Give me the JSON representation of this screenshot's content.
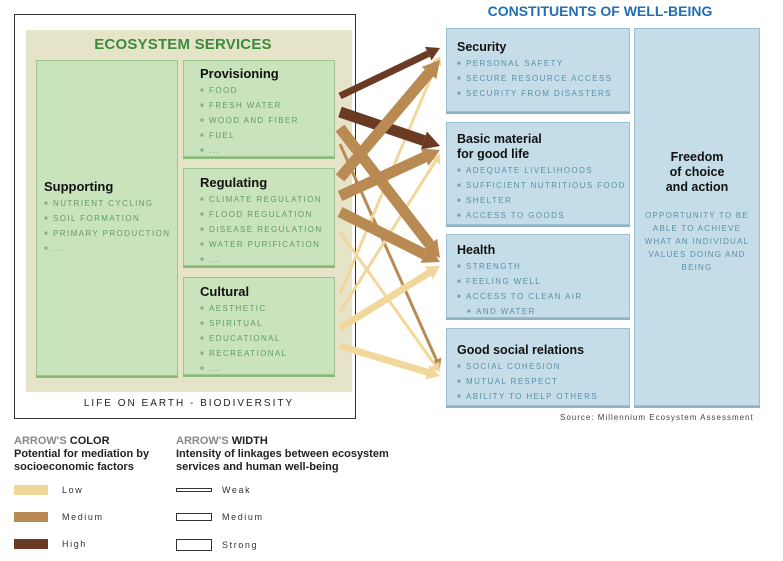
{
  "ecosystem": {
    "title": "ECOSYSTEM SERVICES",
    "supporting": {
      "title": "Supporting",
      "items": [
        "NUTRIENT CYCLING",
        "SOIL FORMATION",
        "PRIMARY PRODUCTION",
        "..."
      ]
    },
    "provisioning": {
      "title": "Provisioning",
      "items": [
        "FOOD",
        "FRESH WATER",
        "WOOD AND FIBER",
        "FUEL",
        "..."
      ]
    },
    "regulating": {
      "title": "Regulating",
      "items": [
        "CLIMATE REGULATION",
        "FLOOD REGULATION",
        "DISEASE REGULATION",
        "WATER PURIFICATION",
        "..."
      ]
    },
    "cultural": {
      "title": "Cultural",
      "items": [
        "AESTHETIC",
        "SPIRITUAL",
        "EDUCATIONAL",
        "RECREATIONAL",
        "..."
      ]
    },
    "footer": "LIFE ON EARTH - BIODIVERSITY"
  },
  "wellbeing": {
    "title": "CONSTITUENTS OF WELL-BEING",
    "security": {
      "title": "Security",
      "items": [
        "PERSONAL SAFETY",
        "SECURE RESOURCE ACCESS",
        "SECURITY FROM DISASTERS"
      ]
    },
    "basic": {
      "title_line1": "Basic material",
      "title_line2": "for good life",
      "items": [
        "ADEQUATE LIVELIHOODS",
        "SUFFICIENT NUTRITIOUS FOOD",
        "SHELTER",
        "ACCESS TO GOODS"
      ]
    },
    "health": {
      "title": "Health",
      "items": [
        "STRENGTH",
        "FEELING WELL",
        "ACCESS TO CLEAN AIR",
        "AND WATER"
      ]
    },
    "social": {
      "title": "Good social relations",
      "items": [
        "SOCIAL COHESION",
        "MUTUAL RESPECT",
        "ABILITY TO HELP OTHERS"
      ]
    },
    "freedom": {
      "title_line1": "Freedom",
      "title_line2": "of choice",
      "title_line3": "and action",
      "text": "OPPORTUNITY TO BE ABLE TO ACHIEVE WHAT AN INDIVIDUAL VALUES DOING AND BEING"
    }
  },
  "source": "Source: Millennium Ecosystem Assessment",
  "legend": {
    "color": {
      "heading_a": "ARROW'S",
      "heading_b": "COLOR",
      "desc_line1": "Potential for mediation by",
      "desc_line2": "socioeconomic factors",
      "items": [
        {
          "label": "Low",
          "color": "#f2d79a"
        },
        {
          "label": "Medium",
          "color": "#b98a52"
        },
        {
          "label": "High",
          "color": "#6b3a22"
        }
      ]
    },
    "width": {
      "heading_a": "ARROW'S",
      "heading_b": "WIDTH",
      "desc_line1": "Intensity of linkages between ecosystem",
      "desc_line2": "services and human well-being",
      "items": [
        {
          "label": "Weak",
          "strength": "weak"
        },
        {
          "label": "Medium",
          "strength": "medium"
        },
        {
          "label": "Strong",
          "strength": "strong"
        }
      ]
    }
  },
  "links": [
    {
      "from": "provisioning",
      "to": "security",
      "mediation": "High",
      "intensity": "Medium"
    },
    {
      "from": "provisioning",
      "to": "basic",
      "mediation": "High",
      "intensity": "Strong"
    },
    {
      "from": "provisioning",
      "to": "health",
      "mediation": "Medium",
      "intensity": "Strong"
    },
    {
      "from": "provisioning",
      "to": "social",
      "mediation": "Medium",
      "intensity": "Weak"
    },
    {
      "from": "regulating",
      "to": "security",
      "mediation": "Medium",
      "intensity": "Strong"
    },
    {
      "from": "regulating",
      "to": "basic",
      "mediation": "Medium",
      "intensity": "Strong"
    },
    {
      "from": "regulating",
      "to": "health",
      "mediation": "Medium",
      "intensity": "Strong"
    },
    {
      "from": "regulating",
      "to": "social",
      "mediation": "Low",
      "intensity": "Weak"
    },
    {
      "from": "cultural",
      "to": "security",
      "mediation": "Low",
      "intensity": "Weak"
    },
    {
      "from": "cultural",
      "to": "basic",
      "mediation": "Low",
      "intensity": "Weak"
    },
    {
      "from": "cultural",
      "to": "health",
      "mediation": "Low",
      "intensity": "Medium"
    },
    {
      "from": "cultural",
      "to": "social",
      "mediation": "Low",
      "intensity": "Medium"
    }
  ]
}
